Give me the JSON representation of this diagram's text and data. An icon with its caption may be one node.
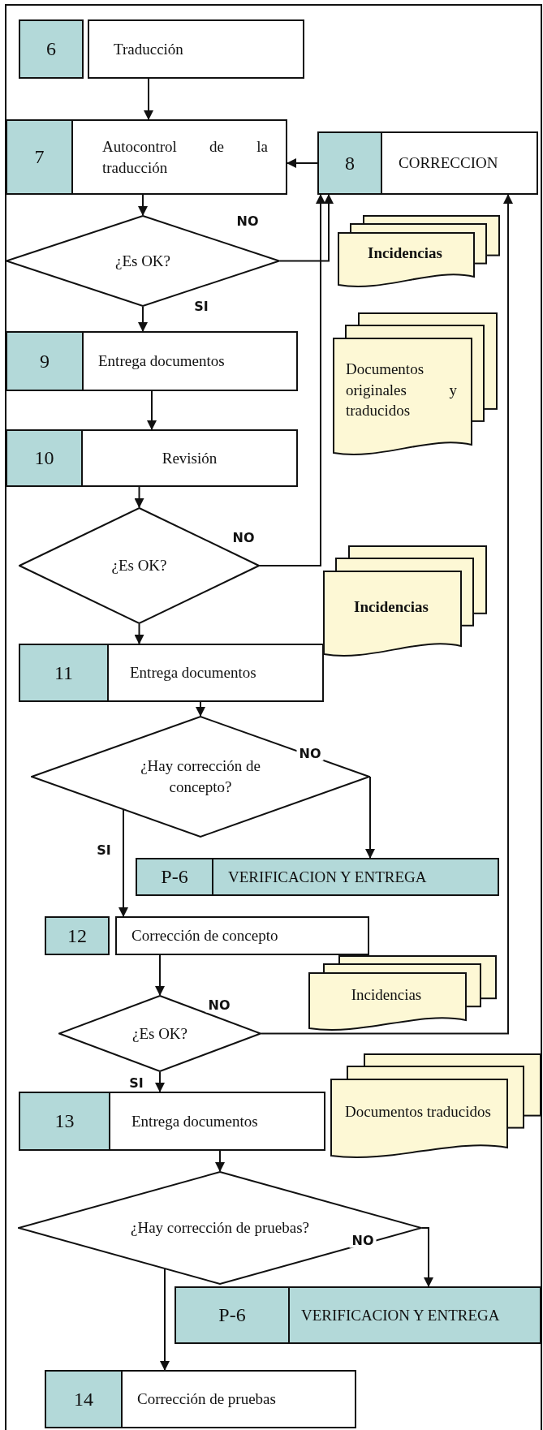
{
  "diagram": {
    "nodes": [
      {
        "text": [
          "6",
          "Traducción"
        ]
      },
      {
        "text": [
          "7",
          "Autocontrol de la traducción"
        ]
      },
      {
        "text": [
          "8",
          "CORRECCION"
        ]
      },
      {
        "text": [
          "¿Es OK?"
        ]
      },
      {
        "text": [
          "Incidencias"
        ]
      },
      {
        "text": [
          "9",
          "Entrega documentos"
        ]
      },
      {
        "text": [
          "Documentos originales y traducidos"
        ]
      },
      {
        "text": [
          "10",
          "Revisión"
        ]
      },
      {
        "text": [
          "¿Es OK?"
        ]
      },
      {
        "text": [
          "Incidencias"
        ]
      },
      {
        "text": [
          "11",
          "Entrega documentos"
        ]
      },
      {
        "text": [
          "¿Hay corrección de concepto?"
        ]
      },
      {
        "text": [
          "P-6",
          "VERIFICACION Y ENTREGA"
        ]
      },
      {
        "text": [
          "12",
          "Corrección de concepto"
        ]
      },
      {
        "text": [
          "Incidencias"
        ]
      },
      {
        "text": [
          "¿Es OK?"
        ]
      },
      {
        "text": [
          "13",
          "Entrega documentos"
        ]
      },
      {
        "text": [
          "Documentos traducidos"
        ]
      },
      {
        "text": [
          "¿Hay corrección de pruebas?"
        ]
      },
      {
        "text": [
          "P-6",
          "VERIFICACION Y ENTREGA"
        ]
      },
      {
        "text": [
          "14",
          "Corrección de pruebas"
        ]
      }
    ],
    "edges": [
      {
        "from": 0,
        "to": 1,
        "arrow": "to"
      },
      {
        "from": 1,
        "to": 3,
        "arrow": "to"
      },
      {
        "from": 3,
        "to": 2,
        "arrow": "to",
        "label": "NO"
      },
      {
        "from": 3,
        "to": 5,
        "arrow": "to",
        "label": "SI"
      },
      {
        "from": 5,
        "to": 7,
        "arrow": "to"
      },
      {
        "from": 7,
        "to": 8,
        "arrow": "to"
      },
      {
        "from": 8,
        "to": 2,
        "arrow": "to",
        "label": "NO"
      },
      {
        "from": 8,
        "to": 10,
        "arrow": "to"
      },
      {
        "from": 10,
        "to": 11,
        "arrow": "to"
      },
      {
        "from": 11,
        "to": 12,
        "arrow": "to",
        "label": "NO"
      },
      {
        "from": 11,
        "to": 13,
        "arrow": "to",
        "label": "SI"
      },
      {
        "from": 13,
        "to": 15,
        "arrow": "to"
      },
      {
        "from": 15,
        "to": 2,
        "arrow": "to",
        "label": "NO"
      },
      {
        "from": 15,
        "to": 16,
        "arrow": "to",
        "label": "SI"
      },
      {
        "from": 16,
        "to": 18,
        "arrow": "to"
      },
      {
        "from": 18,
        "to": 19,
        "arrow": "to",
        "label": "NO"
      },
      {
        "from": 18,
        "to": 20,
        "arrow": "to"
      },
      {
        "from": 2,
        "to": 1,
        "arrow": "to"
      }
    ]
  }
}
